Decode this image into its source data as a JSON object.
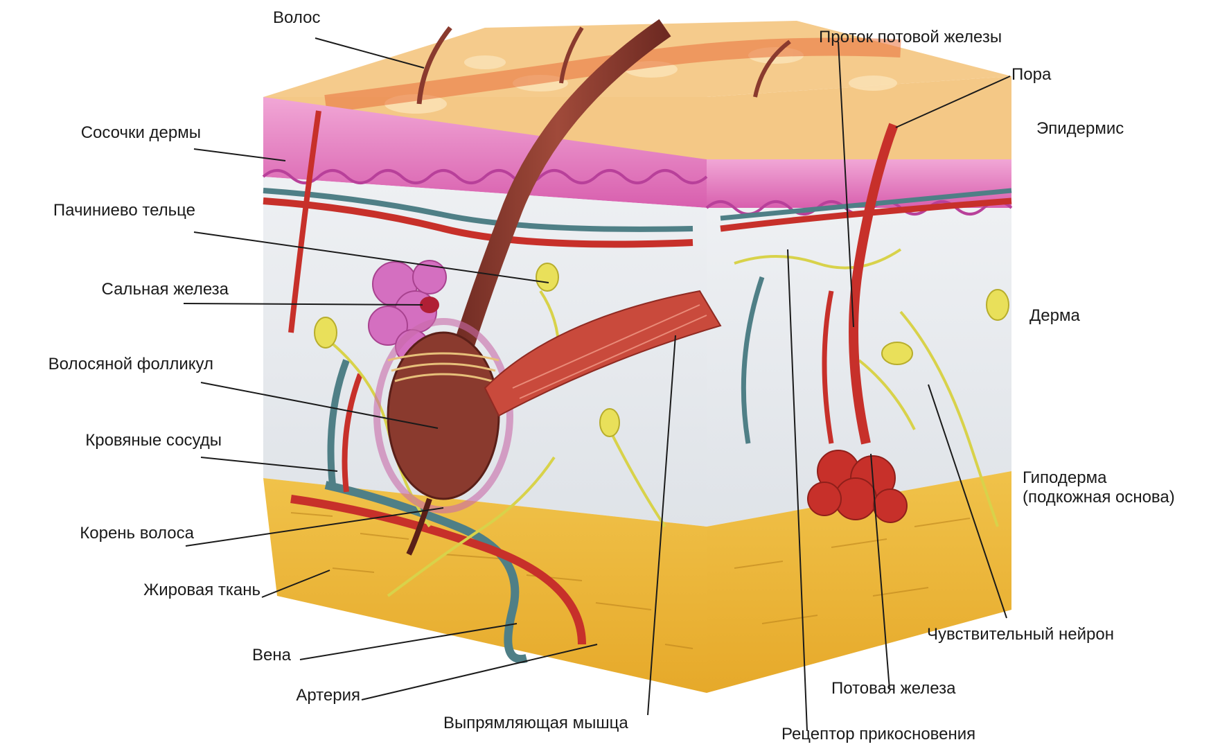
{
  "labels": {
    "volos": "Волос",
    "sosochki": "Сосочки дермы",
    "pachini": "Пачиниево тельце",
    "salnaya": "Сальная железа",
    "follikul": "Волосяной фолликул",
    "sosudy": "Кровяные сосуды",
    "koren": "Корень волоса",
    "zhir": "Жировая ткань",
    "vena": "Вена",
    "arteria": "Артерия",
    "myshca": "Выпрямляющая мышца",
    "receptor": "Рецептор прикосновения",
    "potovaya": "Потовая железа",
    "neiron": "Чувствительный нейрон",
    "gipoderma_1": "Гиподерма",
    "gipoderma_2": "(подкожная основа)",
    "derma": "Дерма",
    "epidermis": "Эпидермис",
    "pora": "Пора",
    "protok": "Проток потовой железы"
  },
  "colors": {
    "epidermis": "#e07ab8",
    "dermis": "#e9ebef",
    "hypodermis": "#e9b43a",
    "surface": "#f2c27a",
    "hair": "#8a3a2e",
    "artery": "#c7302a",
    "vein": "#4f7f86",
    "nerve": "#d8d24a",
    "sebaceous": "#d46fc0",
    "muscle": "#c94a3c"
  }
}
